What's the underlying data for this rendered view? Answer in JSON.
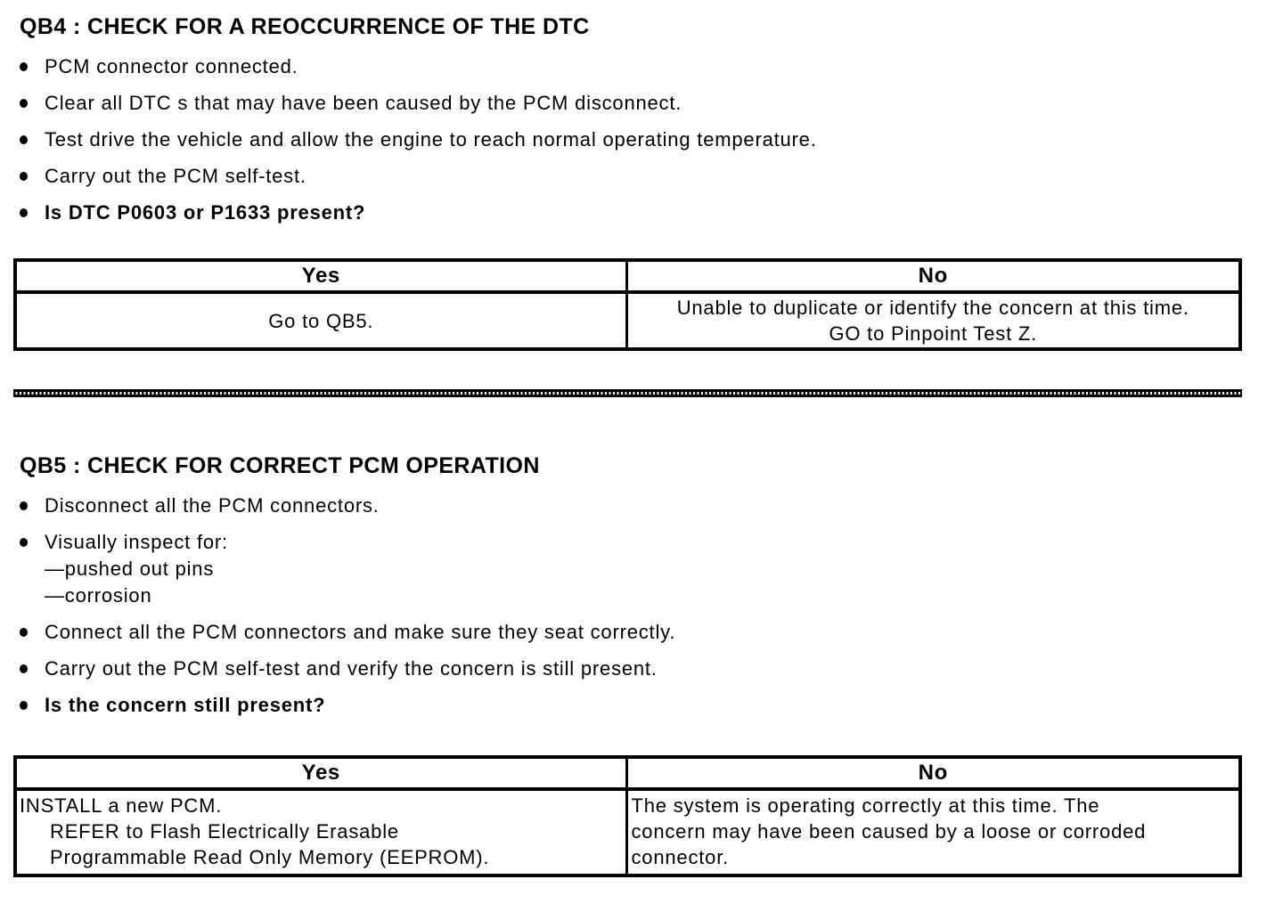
{
  "qb4": {
    "title": "QB4 : CHECK FOR A REOCCURRENCE OF THE DTC",
    "bullets": [
      "PCM connector connected.",
      "Clear all DTC s that may have been caused by the PCM disconnect.",
      "Test drive the vehicle and allow the engine to reach normal operating temperature.",
      "Carry out the PCM self-test."
    ],
    "question": "Is DTC P0603 or P1633 present?",
    "table": {
      "header_yes": "Yes",
      "header_no": "No",
      "yes_lines": [
        "Go to QB5."
      ],
      "no_lines": [
        "Unable to duplicate or identify the concern at this time.",
        "GO to Pinpoint Test Z."
      ]
    }
  },
  "qb5": {
    "title": "QB5 : CHECK FOR CORRECT PCM OPERATION",
    "bullets": [
      "Disconnect all the PCM connectors.",
      "Visually inspect for:",
      "Connect all the PCM connectors and make sure they seat correctly.",
      "Carry out the PCM self-test and verify the concern is still present."
    ],
    "dash_items": [
      "—pushed out pins",
      "—corrosion"
    ],
    "question": "Is the concern still present?",
    "table": {
      "header_yes": "Yes",
      "header_no": "No",
      "yes_lines": [
        "INSTALL a new PCM.",
        "REFER to Flash Electrically Erasable",
        "Programmable Read Only Memory (EEPROM)."
      ],
      "no_lines": [
        "The system is operating correctly at this time. The",
        "concern may have been caused by a loose or corroded",
        "connector."
      ]
    }
  }
}
